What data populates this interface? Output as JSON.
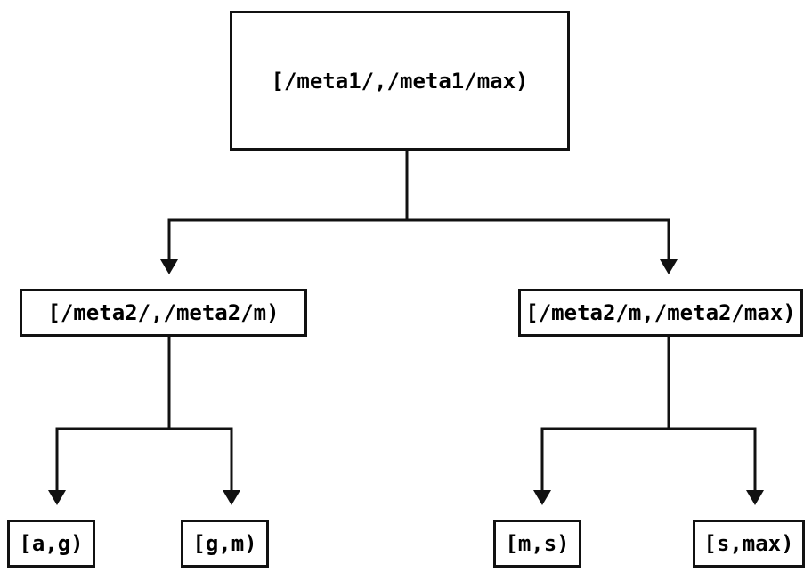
{
  "diagram": {
    "type": "tree",
    "colors": {
      "background": "#ffffff",
      "line": "#111111",
      "text": "#000000",
      "node_fill": "#ffffff"
    },
    "nodes": {
      "root": {
        "label": "[/meta1/,/meta1/max)"
      },
      "left": {
        "label": "[/meta2/,/meta2/m)"
      },
      "right": {
        "label": "[/meta2/m,/meta2/max)"
      },
      "left_left": {
        "label": "[a,g)"
      },
      "left_right": {
        "label": "[g,m)"
      },
      "right_left": {
        "label": "[m,s)"
      },
      "right_right": {
        "label": "[s,max)"
      }
    },
    "edges": [
      {
        "from": "root",
        "to": "left"
      },
      {
        "from": "root",
        "to": "right"
      },
      {
        "from": "left",
        "to": "left_left"
      },
      {
        "from": "left",
        "to": "left_right"
      },
      {
        "from": "right",
        "to": "right_left"
      },
      {
        "from": "right",
        "to": "right_right"
      }
    ]
  }
}
